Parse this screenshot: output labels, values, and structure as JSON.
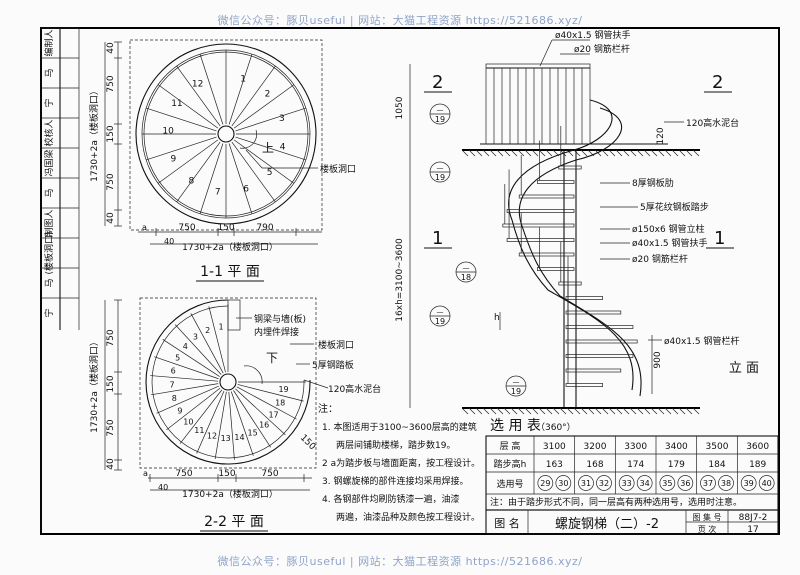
{
  "watermark": "微信公众号：豚贝useful  |  网站：大猫工程资源  https://521686.xyz/",
  "side_block": [
    "编制人",
    "马",
    "宁",
    "校核人",
    "冯国梁",
    "马",
    "制图人",
    "(楼板洞口)",
    "马",
    "宁"
  ],
  "plan1": {
    "title": "1-1 平 面",
    "up_label": "上",
    "step_numbers": [
      "1",
      "2",
      "3",
      "4",
      "5",
      "6",
      "7",
      "8",
      "9",
      "10",
      "11",
      "12"
    ],
    "dim_h": [
      "750",
      "150",
      "790"
    ],
    "dim_total": "1730+2a（楼板洞口）",
    "dim_a": "a",
    "dim_40": "40",
    "dim_v": [
      "40",
      "750",
      "150",
      "750",
      "40"
    ],
    "dim_v_total": "1730+2a（楼板洞口）",
    "hole_label": "楼板洞口"
  },
  "plan2": {
    "title": "2-2 平 面",
    "down_label": "下",
    "step_numbers": [
      "1",
      "2",
      "3",
      "4",
      "5",
      "6",
      "7",
      "8",
      "9",
      "10",
      "11",
      "12",
      "13",
      "14",
      "15",
      "16",
      "17",
      "18",
      "19"
    ],
    "dim_h": [
      "750",
      "150",
      "750"
    ],
    "dim_total": "1730+2a（楼板洞口）",
    "dim_a": "a",
    "dim_40": "40",
    "dim_v": [
      "750",
      "150",
      "750",
      "40"
    ],
    "dim_v_total": "1730+2a（楼板洞口）",
    "dim_150": "150",
    "labels": [
      "钢梁与墙(板)",
      "内埋件焊接",
      "楼板洞口",
      "5厚钢踏板",
      "120高水泥台"
    ]
  },
  "elevation": {
    "title": "立 面",
    "section_marks": [
      "2",
      "2",
      "1",
      "1"
    ],
    "detail_refs": [
      {
        "top": "—",
        "bottom": "19"
      },
      {
        "top": "—",
        "bottom": "19"
      },
      {
        "top": "—",
        "bottom": "19"
      },
      {
        "top": "—",
        "bottom": "18"
      },
      {
        "top": "—",
        "bottom": "19"
      }
    ],
    "labels_top": [
      "ø40x1.5 钢管扶手",
      "ø20 钢筋栏杆",
      "120高水泥台"
    ],
    "labels_mid": [
      "8厚钢板肋",
      "5厚花纹钢板踏步",
      "ø150x6 钢管立柱",
      "ø40x1.5 钢管扶手",
      "ø20 钢筋栏杆"
    ],
    "label_bottom": "ø40x1.5 钢管栏杆",
    "dim_1050": "1050",
    "dim_height": "16xh=3100~3600",
    "dim_120": "120",
    "dim_900": "900",
    "dim_h": "h"
  },
  "notes": {
    "heading": "注：",
    "items": [
      "1. 本图适用于3100~3600层高的建筑",
      "两层间铺助楼梯，踏步数19。",
      "2  a为踏步板与墙面距离，按工程设计。",
      "3. 钢螺旋梯的部件连接均采用焊接。",
      "4. 各钢部件均刷防锈漆一遍，油漆",
      "两遍，油漆品种及颜色按工程设计。"
    ]
  },
  "selection_table": {
    "title": "选 用 表",
    "subtitle": "（360°）",
    "row_headers": [
      "层 高",
      "踏步高h",
      "选用号"
    ],
    "floor_heights": [
      "3100",
      "3200",
      "3300",
      "3400",
      "3500",
      "3600"
    ],
    "step_heights": [
      "163",
      "168",
      "174",
      "179",
      "184",
      "189"
    ],
    "codes": [
      [
        "29",
        "30"
      ],
      [
        "31",
        "32"
      ],
      [
        "33",
        "34"
      ],
      [
        "35",
        "36"
      ],
      [
        "37",
        "38"
      ],
      [
        "39",
        "40"
      ]
    ],
    "note": "注：由于踏步形式不同，同一层高有两种选用号，选用时注意。"
  },
  "title_block": {
    "label_name": "图 名",
    "drawing_name": "螺旋钢梯（二）-2",
    "label_atlas": "图 集 号",
    "atlas_no": "88J7-2",
    "label_page": "页    次",
    "page_no": "17"
  }
}
